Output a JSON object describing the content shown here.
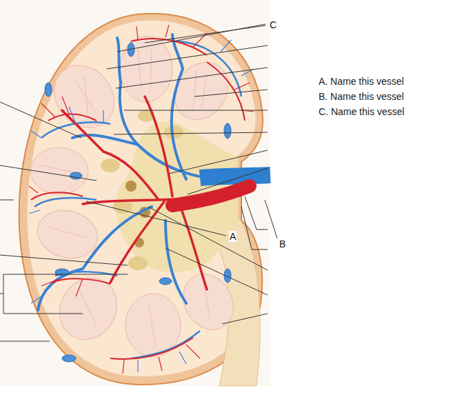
{
  "diagram": {
    "labels": [
      "C",
      "A",
      "B",
      "A. Name this vessel",
      "B. Name this vessel",
      "C. Name this vessel"
    ]
  }
}
